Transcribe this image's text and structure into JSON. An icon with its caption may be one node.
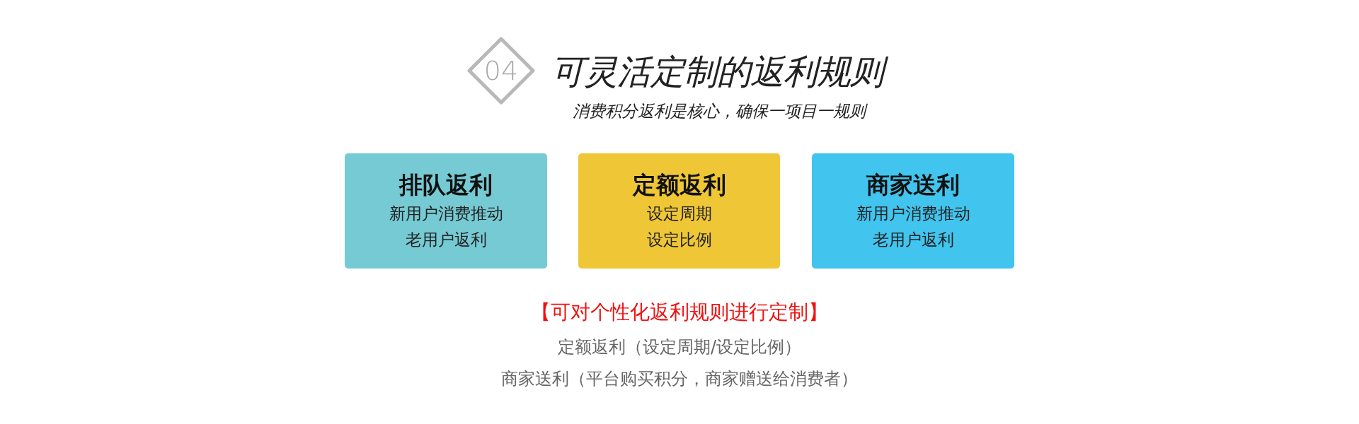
{
  "diagram": {
    "title": "可灵活定制的返利规则",
    "nodes": [
      {
        "text": [
          "04"
        ]
      },
      {
        "text": [
          "排队返利",
          "新用户消费推动老用户返利"
        ]
      },
      {
        "text": [
          "定额返利",
          "设定周期设定比例"
        ]
      },
      {
        "text": [
          "商家送利",
          "新用户消费推动老用户返利"
        ]
      }
    ],
    "labels": [
      "消费积分返利是核心，确保一项目一规则",
      "【可对个性化返利规则进行定制】",
      "定额返利（设定周期/设定比例）",
      "商家送利（平台购买积分，商家赠送给消费者）"
    ]
  }
}
